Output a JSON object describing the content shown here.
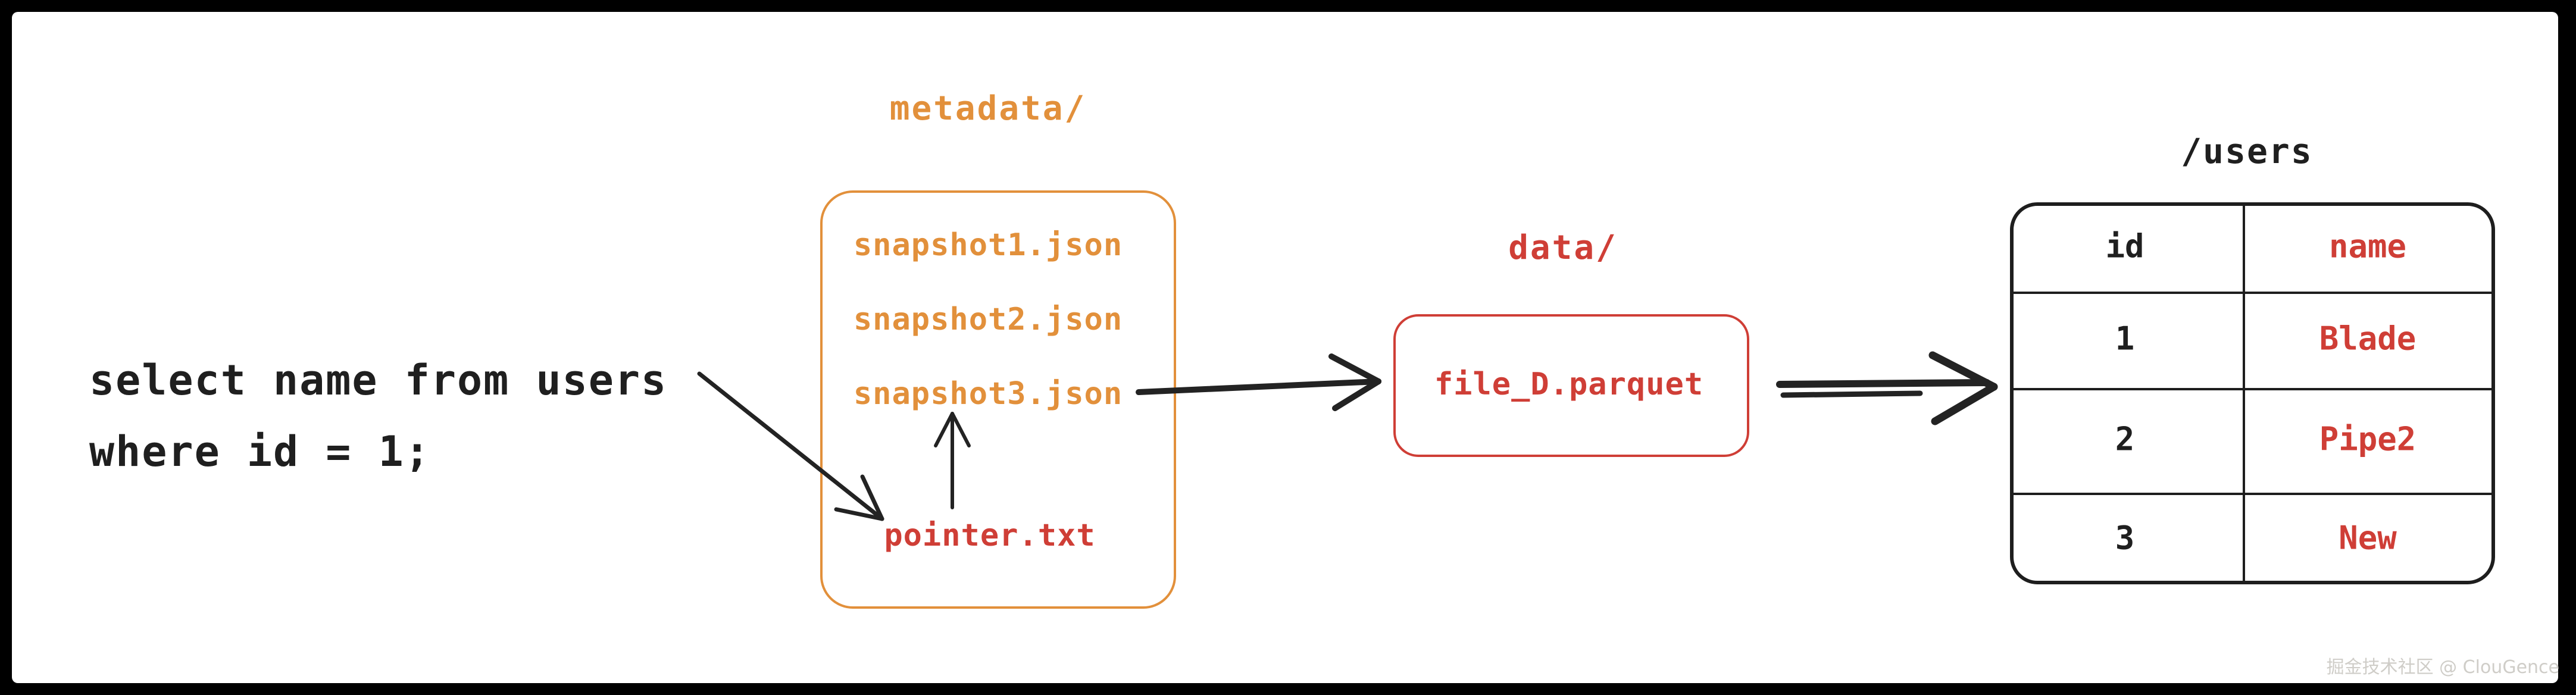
{
  "colors": {
    "canvas_background": "#ffffff",
    "frame": "#000000",
    "orange_accent": "#E2903B",
    "red_accent": "#CF3E36",
    "ink": "#1f1f1f",
    "watermark_gray": "#CFCDC8"
  },
  "query": {
    "line1": "select name from users",
    "line2": "where id = 1;"
  },
  "metadata_folder": {
    "label": "metadata/",
    "files": [
      {
        "name": "snapshot1.json",
        "color": "orange"
      },
      {
        "name": "snapshot2.json",
        "color": "orange"
      },
      {
        "name": "snapshot3.json",
        "color": "orange"
      },
      {
        "name": "pointer.txt",
        "color": "red"
      }
    ]
  },
  "data_folder": {
    "label": "data/",
    "file": "file_D.parquet"
  },
  "users_table": {
    "title": "/users",
    "columns": [
      {
        "label": "id",
        "color": "black"
      },
      {
        "label": "name",
        "color": "red"
      }
    ],
    "rows": [
      {
        "id": "1",
        "name": "Blade"
      },
      {
        "id": "2",
        "name": "Pipe2"
      },
      {
        "id": "3",
        "name": "New"
      }
    ]
  },
  "arrows": [
    {
      "name": "arrow-query-to-pointer",
      "from": "query",
      "to": "pointer.txt"
    },
    {
      "name": "arrow-pointer-to-snapshot3",
      "from": "pointer.txt",
      "to": "snapshot3.json"
    },
    {
      "name": "arrow-snapshot3-to-datafile",
      "from": "snapshot3.json",
      "to": "file_D.parquet"
    },
    {
      "name": "arrow-datafile-to-table",
      "from": "file_D.parquet",
      "to": "/users"
    }
  ],
  "watermark": {
    "text": "掘金技术社区 @ ClouGence"
  }
}
